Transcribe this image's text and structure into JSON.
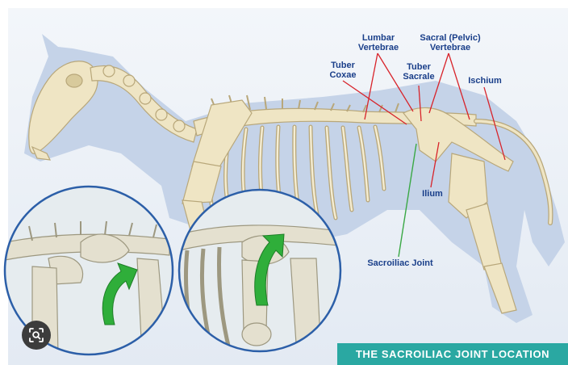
{
  "labels": {
    "lumbar_vertebrae": "Lumbar\nVertebrae",
    "sacral_vertebrae": "Sacral (Pelvic)\nVertebrae",
    "tuber_coxae": "Tuber\nCoxae",
    "tuber_sacrale": "Tuber\nSacrale",
    "ischium": "Ischium",
    "ilium": "Ilium",
    "sacroiliac_joint": "Sacroiliac Joint"
  },
  "banner": {
    "title": "THE SACROILIAC JOINT LOCATION"
  },
  "colors": {
    "background": "#eef3f8",
    "horse_silhouette": "#c5d3e8",
    "bone": "#efe5c4",
    "bone_outline": "#b8a77a",
    "label_text": "#1a3f8a",
    "pointer_line": "#d8232a",
    "sacroiliac_pointer": "#3aa845",
    "arrow": "#2fae3a",
    "banner_bg": "#2aa8a2",
    "banner_text": "#ffffff",
    "inset_border": "#2c5fa8"
  },
  "icons": {
    "lens": "image-search-icon"
  }
}
